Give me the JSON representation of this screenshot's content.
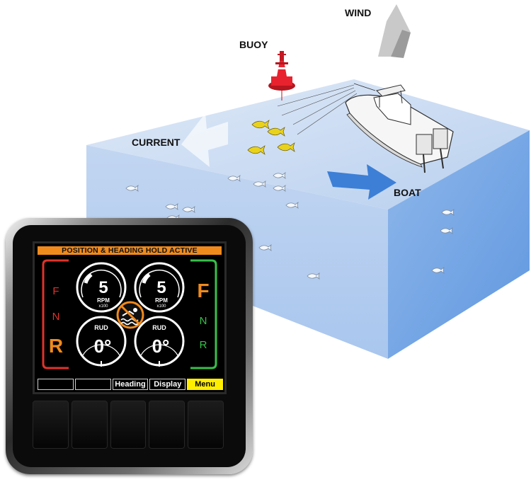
{
  "scene": {
    "labels": {
      "wind": "WIND",
      "buoy": "BUOY",
      "current": "CURRENT",
      "boat": "BOAT"
    },
    "colors": {
      "water_top": "#c9dcf3",
      "water_front": "#b3cdee",
      "water_side": "#7aaae5",
      "buoy": "#e8222e",
      "fish": "#e9d21c",
      "boat_arrow": "#3d7fd6",
      "wind_arrow": "#c8c8c8"
    }
  },
  "panel": {
    "status_banner": "POSITION & HEADING HOLD ACTIVE",
    "port": {
      "gears": [
        "F",
        "N",
        "R"
      ],
      "active_gear": "R",
      "rpm_value": "5",
      "rpm_label": "RPM",
      "rpm_multiplier": "x100",
      "rudder_label": "RUD",
      "rudder_value": "0°"
    },
    "starboard": {
      "gears": [
        "F",
        "N",
        "R"
      ],
      "active_gear": "F",
      "rpm_value": "5",
      "rpm_label": "RPM",
      "rpm_multiplier": "x100",
      "rudder_label": "RUD",
      "rudder_value": "0°"
    },
    "center_icon": "no-swimming-icon",
    "softkeys": [
      "",
      "",
      "Heading",
      "Display",
      "Menu"
    ],
    "active_softkey": "Menu",
    "colors": {
      "banner": "#f08a1c",
      "port_frame": "#e0322a",
      "starboard_frame": "#36c04a",
      "active_gear": "#f08a1c",
      "menu_key": "#ffee00"
    }
  }
}
